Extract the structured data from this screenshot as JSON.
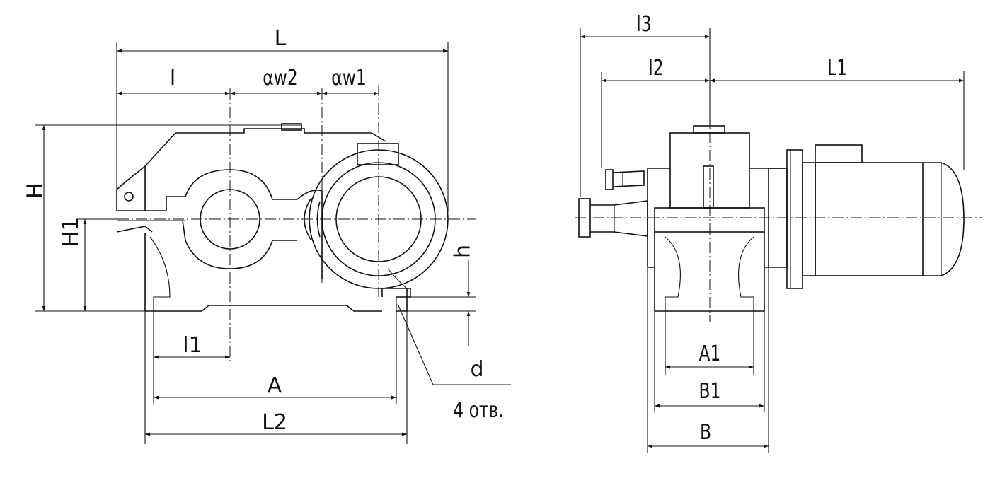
{
  "side_view": {
    "dimensions": {
      "L": "L",
      "l": "l",
      "aw2": "αw2",
      "aw1": "αw1",
      "H": "H",
      "H1": "H1",
      "h": "h",
      "l1": "l1",
      "A": "A",
      "L2": "L2",
      "d": "d",
      "holes_note": "4 отв."
    }
  },
  "front_view": {
    "dimensions": {
      "l3": "l3",
      "l2": "l2",
      "L1": "L1",
      "A1": "A1",
      "B1": "B1",
      "B": "B"
    }
  }
}
